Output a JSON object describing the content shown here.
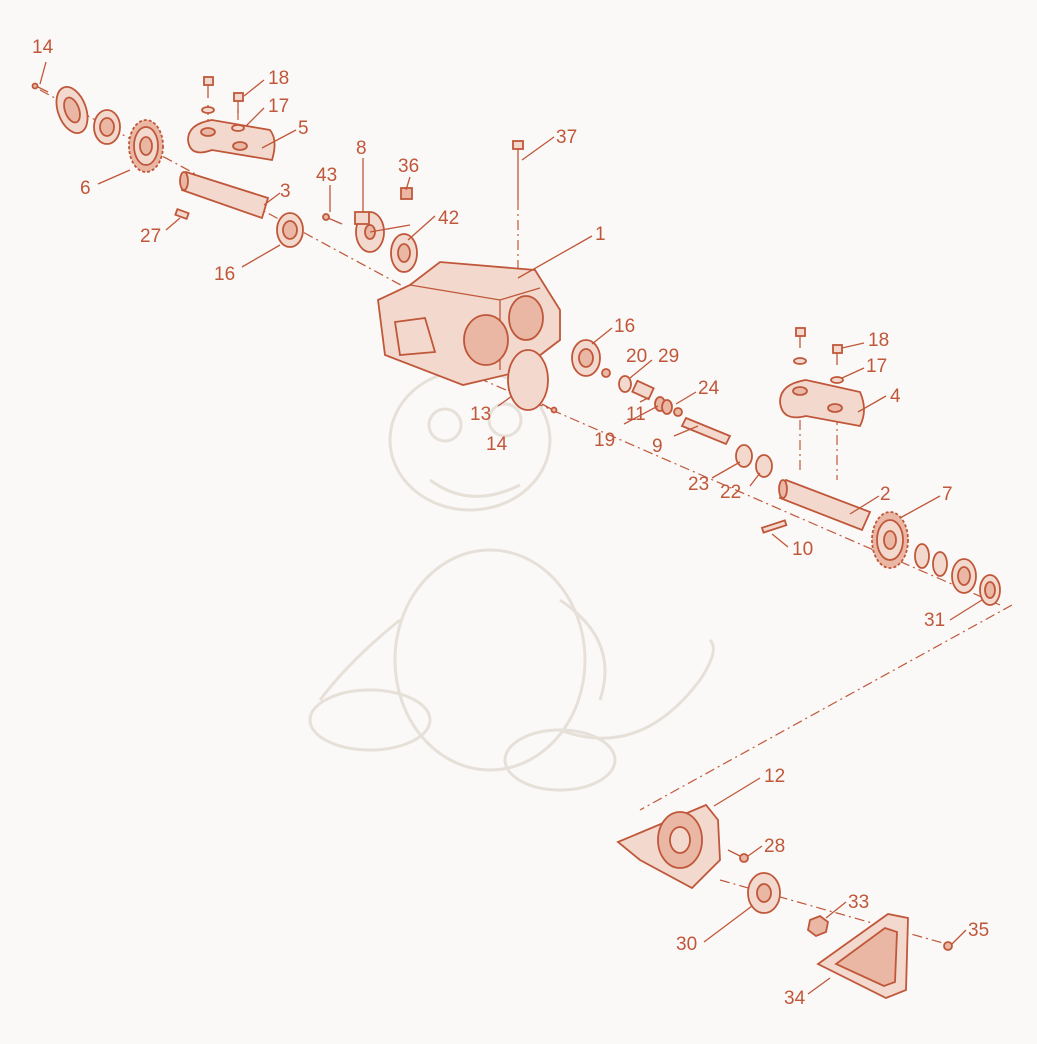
{
  "colors": {
    "accent": "#c0573a",
    "fill_light": "#f3d9cd",
    "fill_mid": "#e9b7a3",
    "watermark": "#e8e3dd",
    "background": "#faf9f7"
  },
  "watermark_icon": "baby-dragon-icon",
  "callouts": [
    {
      "id": "c-14-top",
      "label": "14"
    },
    {
      "id": "c-18-top",
      "label": "18"
    },
    {
      "id": "c-17-top",
      "label": "17"
    },
    {
      "id": "c-5",
      "label": "5"
    },
    {
      "id": "c-6",
      "label": "6"
    },
    {
      "id": "c-3",
      "label": "3"
    },
    {
      "id": "c-27",
      "label": "27"
    },
    {
      "id": "c-16-top",
      "label": "16"
    },
    {
      "id": "c-43",
      "label": "43"
    },
    {
      "id": "c-8",
      "label": "8"
    },
    {
      "id": "c-36",
      "label": "36"
    },
    {
      "id": "c-42",
      "label": "42"
    },
    {
      "id": "c-37",
      "label": "37"
    },
    {
      "id": "c-1",
      "label": "1"
    },
    {
      "id": "c-16-mid",
      "label": "16"
    },
    {
      "id": "c-20",
      "label": "20"
    },
    {
      "id": "c-29",
      "label": "29"
    },
    {
      "id": "c-24",
      "label": "24"
    },
    {
      "id": "c-13",
      "label": "13"
    },
    {
      "id": "c-14-mid",
      "label": "14"
    },
    {
      "id": "c-11",
      "label": "11"
    },
    {
      "id": "c-19",
      "label": "19"
    },
    {
      "id": "c-9",
      "label": "9"
    },
    {
      "id": "c-18-right",
      "label": "18"
    },
    {
      "id": "c-17-right",
      "label": "17"
    },
    {
      "id": "c-4",
      "label": "4"
    },
    {
      "id": "c-23",
      "label": "23"
    },
    {
      "id": "c-22",
      "label": "22"
    },
    {
      "id": "c-2",
      "label": "2"
    },
    {
      "id": "c-7",
      "label": "7"
    },
    {
      "id": "c-10",
      "label": "10"
    },
    {
      "id": "c-31",
      "label": "31"
    },
    {
      "id": "c-12",
      "label": "12"
    },
    {
      "id": "c-28",
      "label": "28"
    },
    {
      "id": "c-33",
      "label": "33"
    },
    {
      "id": "c-30",
      "label": "30"
    },
    {
      "id": "c-35",
      "label": "35"
    },
    {
      "id": "c-34",
      "label": "34"
    }
  ]
}
